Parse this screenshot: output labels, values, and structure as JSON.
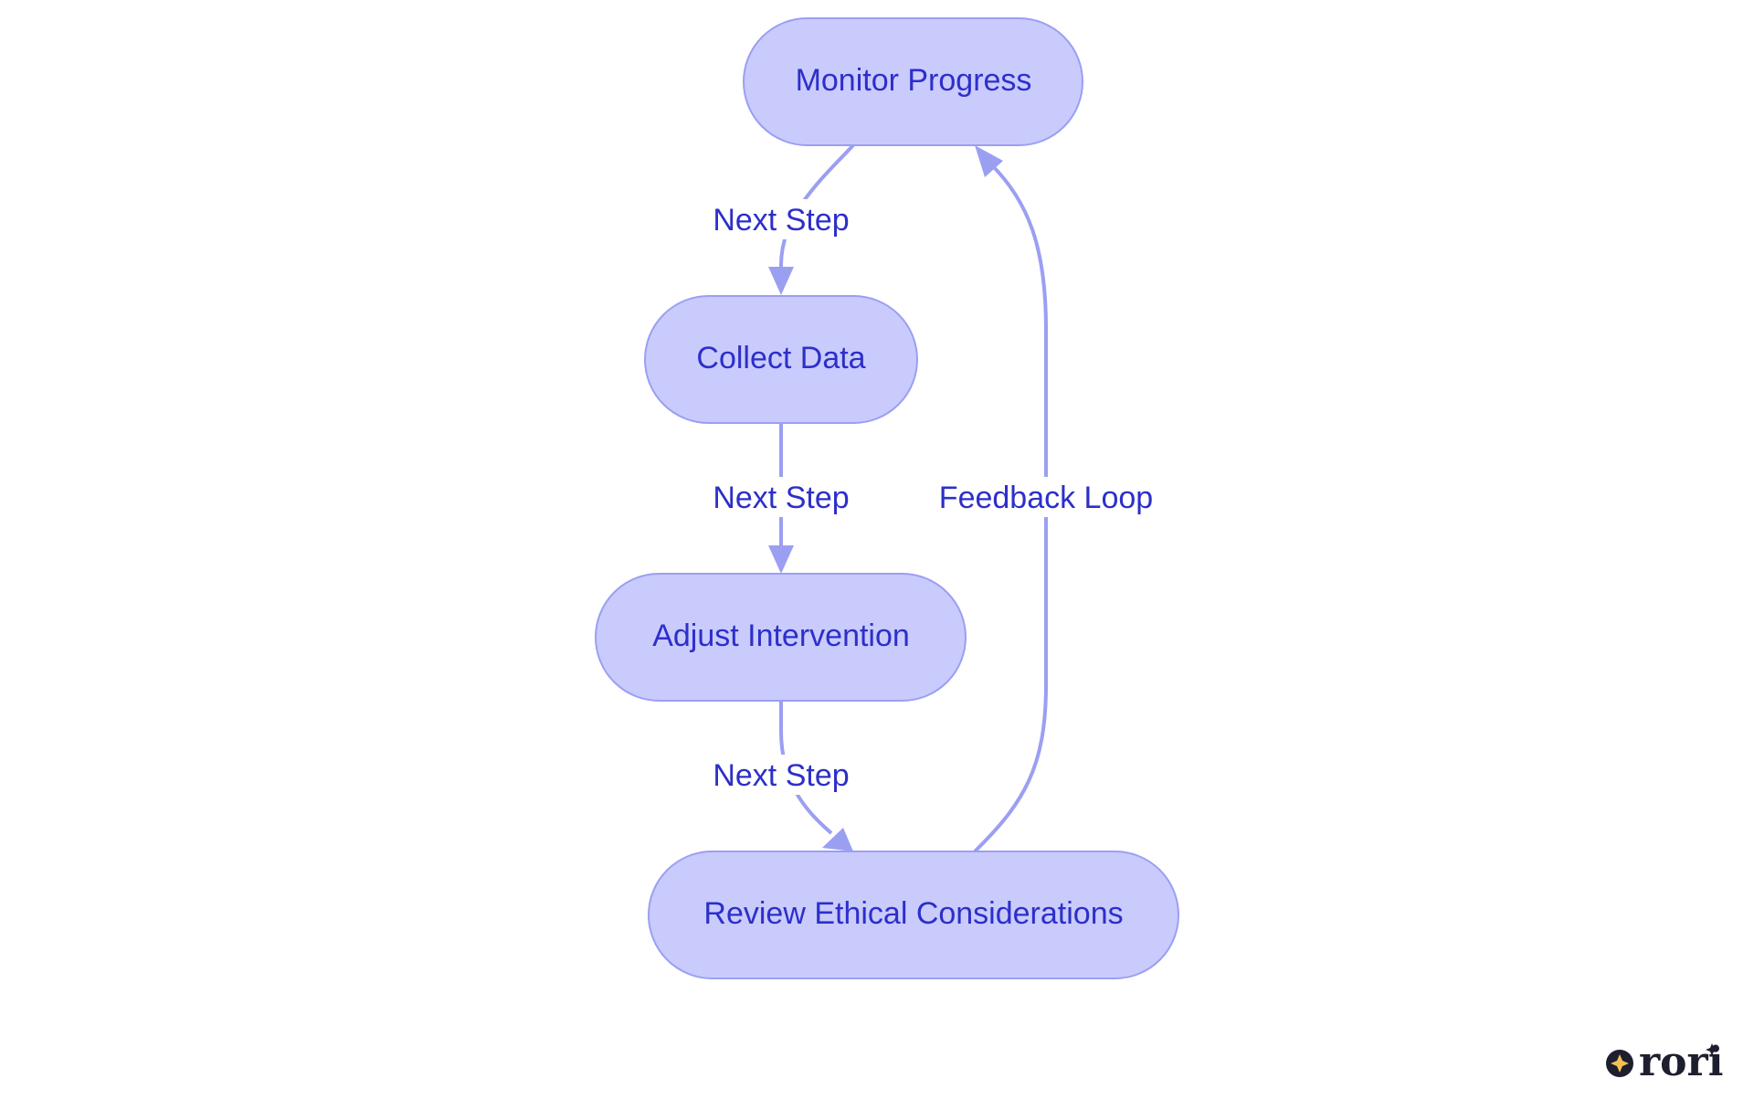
{
  "nodes": {
    "monitor": "Monitor Progress",
    "collect": "Collect Data",
    "adjust": "Adjust Intervention",
    "review": "Review Ethical Considerations"
  },
  "edges": {
    "monitor_to_collect": "Next Step",
    "collect_to_adjust": "Next Step",
    "adjust_to_review": "Next Step",
    "review_to_monitor": "Feedback Loop"
  },
  "logo": {
    "text": "rori",
    "icon": "sparkle-icon"
  },
  "colors": {
    "node_fill": "#c9cbfd",
    "node_stroke": "#9b9ff2",
    "text": "#2d2fc9",
    "edge": "#9b9ff2"
  }
}
